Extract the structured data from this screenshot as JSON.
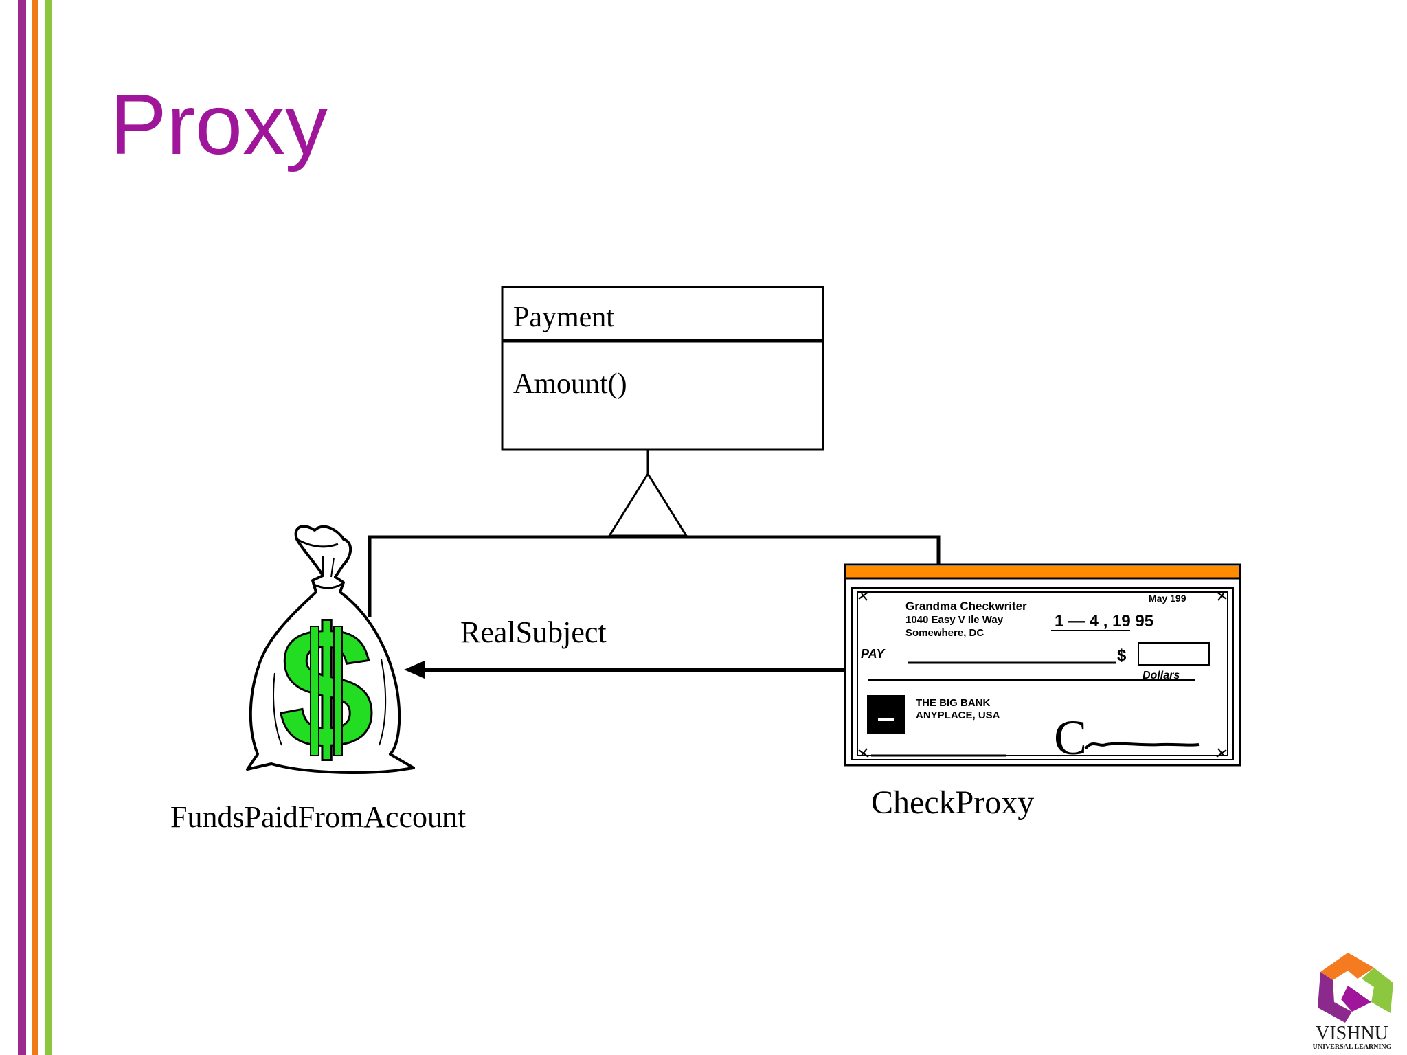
{
  "slide": {
    "title": "Proxy"
  },
  "diagram": {
    "class_box": {
      "name": "Payment",
      "method": "Amount()"
    },
    "labels": {
      "association": "RealSubject",
      "real_subject": "FundsPaidFromAccount",
      "proxy": "CheckProxy"
    },
    "check": {
      "payer_lines": [
        "Grandma Checkwriter",
        "1040 Easy V Ile Way",
        "Somewhere, DC"
      ],
      "date_top": "May 199",
      "date_fields": "1 — 4 , 19 95",
      "pay_label": "PAY",
      "dollar_sign": "$",
      "dollars_label": "Dollars",
      "bank_lines": [
        "THE BIG BANK",
        "ANYPLACE, USA"
      ],
      "signature": "C"
    },
    "bag_symbol": "$"
  },
  "logo": {
    "name": "VISHNU",
    "tagline": "UNIVERSAL LEARNING"
  },
  "colors": {
    "title": "#a0169b",
    "stripe_purple": "#9b2a8f",
    "stripe_orange": "#f07a1a",
    "stripe_green": "#8cc63f",
    "dollar_green": "#22dd22",
    "check_bar": "#ff8c00"
  }
}
